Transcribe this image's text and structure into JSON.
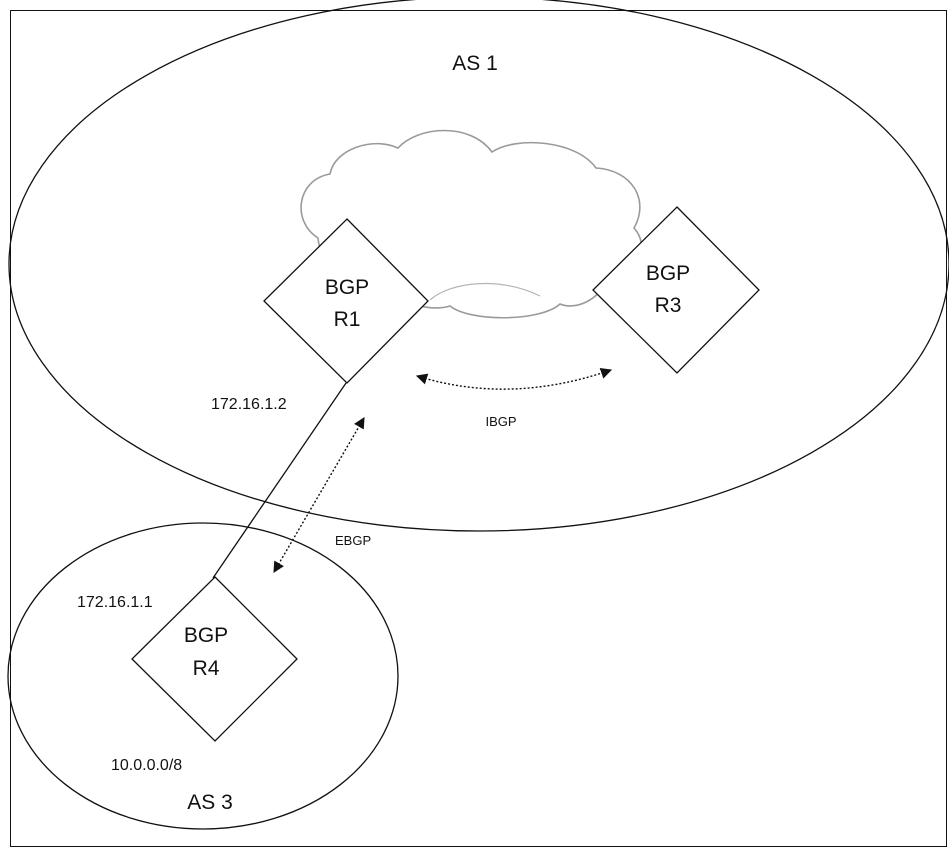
{
  "autonomous_systems": [
    {
      "id": "as1",
      "label": "AS 1"
    },
    {
      "id": "as3",
      "label": "AS 3"
    }
  ],
  "routers": {
    "r1": {
      "line1": "BGP",
      "line2": "R1"
    },
    "r3": {
      "line1": "BGP",
      "line2": "R3"
    },
    "r4": {
      "line1": "BGP",
      "line2": "R4"
    }
  },
  "addresses": {
    "r1_link_ip": "172.16.1.2",
    "r4_link_ip": "172.16.1.1",
    "as3_prefix": "10.0.0.0/8"
  },
  "sessions": {
    "ibgp": "IBGP",
    "ebgp": "EBGP"
  },
  "colors": {
    "stroke": "#111111",
    "cloud_stroke": "#9a9a9a",
    "background": "#ffffff"
  }
}
